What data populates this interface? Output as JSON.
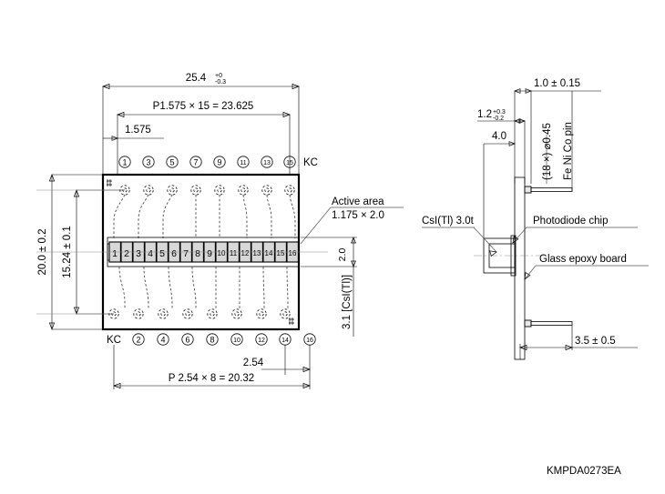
{
  "drawing": {
    "part_number": "KMPDA0273EA"
  },
  "front_view": {
    "dim_overall_width": "25.4",
    "dim_overall_width_tol_plus": "+0",
    "dim_overall_width_tol_minus": "-0.3",
    "dim_pitch_top": "P1.575 × 15 = 23.625",
    "dim_edge_offset": "1.575",
    "dim_height_overall": "20.0 ± 0.2",
    "dim_height_inner": "15.24 ± 0.1",
    "dim_active_height": "2.0",
    "dim_csi_height": "3.1 [CsI(Tl)]",
    "dim_pin_pitch_bottom": "2.54",
    "dim_pin_span_bottom": "P 2.54 × 8 = 20.32",
    "callout_active_area_line1": "Active area",
    "callout_active_area_line2": "1.175 × 2.0",
    "top_pin_labels": [
      "1",
      "3",
      "5",
      "7",
      "9",
      "11",
      "13",
      "15"
    ],
    "top_pin_kc": "KC",
    "bottom_pin_kc": "KC",
    "bottom_pin_labels": [
      "2",
      "4",
      "6",
      "8",
      "10",
      "12",
      "14",
      "16"
    ],
    "channel_numbers": [
      "1",
      "2",
      "3",
      "4",
      "5",
      "6",
      "7",
      "8",
      "9",
      "10",
      "11",
      "12",
      "13",
      "14",
      "15",
      "16"
    ]
  },
  "side_view": {
    "dim_pin_length": "1.0 ± 0.15",
    "dim_board_thickness": "1.2",
    "dim_board_thickness_tol_plus": "+0.3",
    "dim_board_thickness_tol_minus": "-0.2",
    "dim_crystal_depth": "4.0",
    "dim_pin_bottom_offset": "3.5 ± 0.5",
    "label_pin_count": "(18 ×) ⌀0.45",
    "label_pin_material": "Fe Ni Co pin",
    "label_crystal": "CsI(Tl) 3.0t",
    "label_photodiode": "Photodiode chip",
    "label_board": "Glass epoxy board"
  },
  "colors": {
    "line": "#000000",
    "pad_fill": "#d8d8d8",
    "dashed": "#4a4a4a",
    "background": "#ffffff"
  }
}
